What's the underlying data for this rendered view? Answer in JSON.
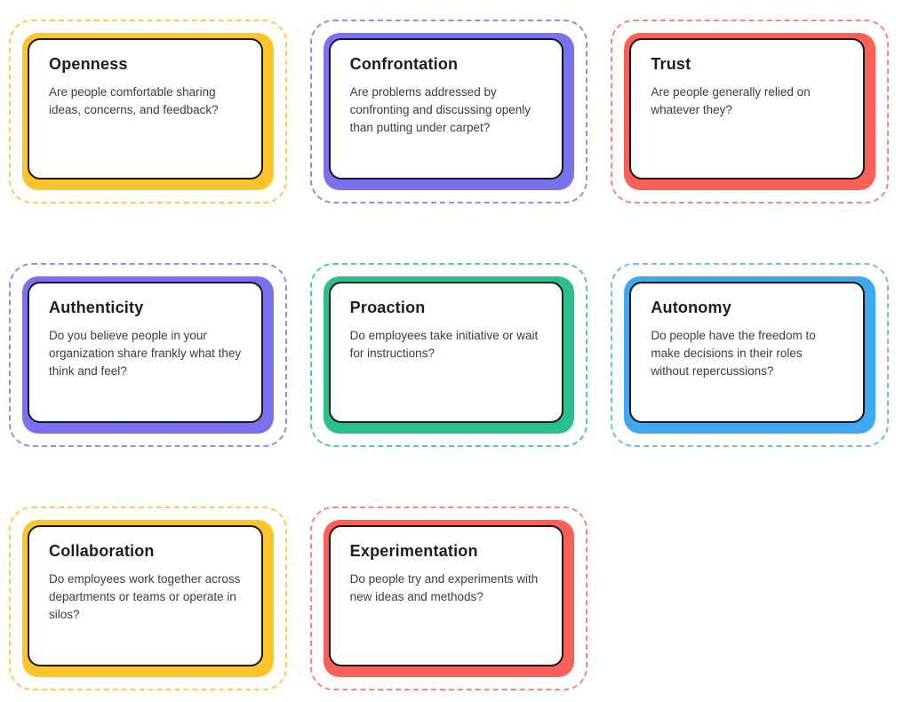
{
  "page": {
    "background": "#ffffff",
    "text_color": "#1c1c22",
    "body_text_color": "#3c3c42",
    "card_border_color": "#17171c"
  },
  "cards": [
    {
      "title": "Openness",
      "description": "Are people comfortable sharing ideas, concerns, and feedback?",
      "accent": "#FDC32B",
      "dash": "#FCCB4D"
    },
    {
      "title": "Confrontation",
      "description": "Are problems addressed by confronting and discussing openly than putting under carpet?",
      "accent": "#7B71EE",
      "dash": "#938BF2"
    },
    {
      "title": "Trust",
      "description": "Are people generally relied on whatever they?",
      "accent": "#FA6058",
      "dash": "#FB837B"
    },
    {
      "title": "Authenticity",
      "description": "Do you believe people in your organization share frankly what they think and feel?",
      "accent": "#7B71EE",
      "dash": "#938BF2"
    },
    {
      "title": "Proaction",
      "description": "Do employees take initiative or wait for instructions?",
      "accent": "#29C08A",
      "dash": "#4FCB9F"
    },
    {
      "title": "Autonomy",
      "description": "Do people have the freedom to make decisions in their roles without repercussions?",
      "accent": "#3FA8EF",
      "dash": "#6BBCF3"
    },
    {
      "title": "Collaboration",
      "description": "Do employees work together across departments or teams or operate in silos?",
      "accent": "#FDC32B",
      "dash": "#FCCB4D"
    },
    {
      "title": "Experimentation",
      "description": "Do people try and experiments with new ideas and methods?",
      "accent": "#FA6058",
      "dash": "#FB837B"
    }
  ]
}
